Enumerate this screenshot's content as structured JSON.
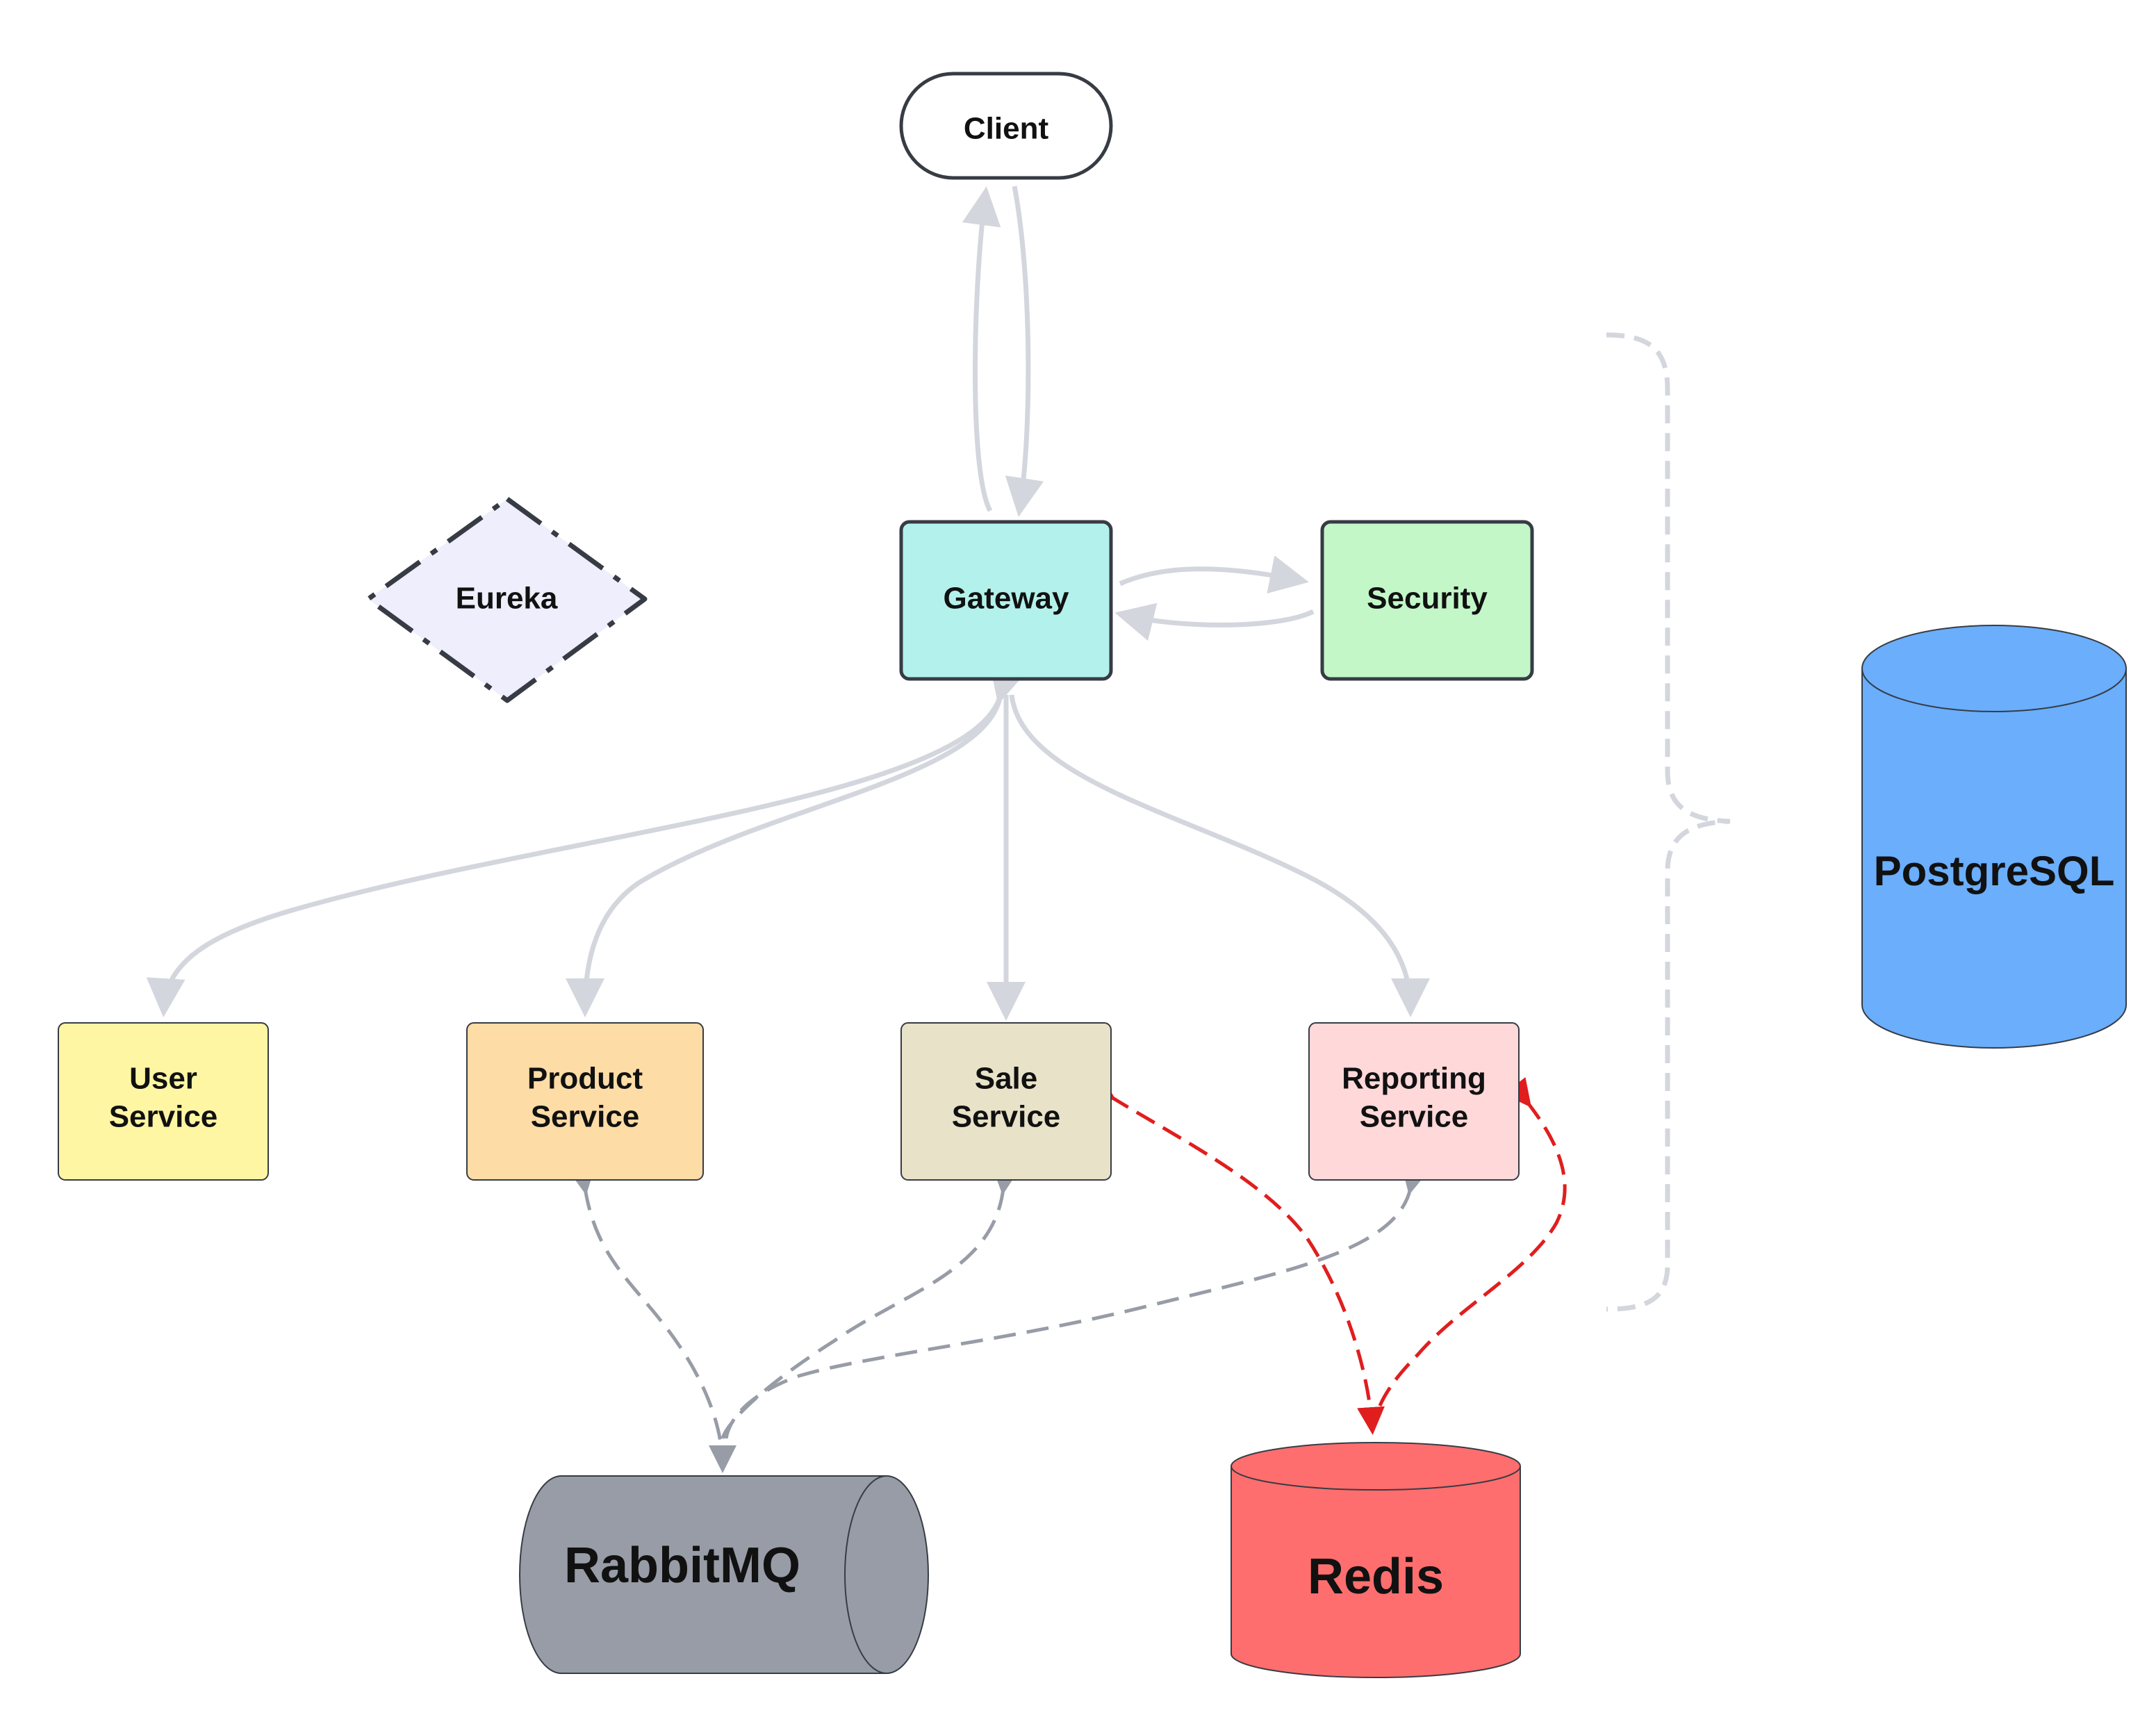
{
  "nodes": {
    "client": {
      "label": "Client"
    },
    "gateway": {
      "label": "Gateway"
    },
    "security": {
      "label": "Security"
    },
    "eureka": {
      "label": "Eureka"
    },
    "user_service": {
      "line1": "User",
      "line2": "Service"
    },
    "product_service": {
      "line1": "Product",
      "line2": "Service"
    },
    "sale_service": {
      "line1": "Sale",
      "line2": "Service"
    },
    "reporting_service": {
      "line1": "Reporting",
      "line2": "Service"
    },
    "postgresql": {
      "label": "PostgreSQL"
    },
    "rabbitmq": {
      "label": "RabbitMQ"
    },
    "redis": {
      "label": "Redis"
    }
  },
  "colors": {
    "gateway": "#b3f2ec",
    "security": "#c3f7c8",
    "eureka": "#eeeefc",
    "user_service": "#fff6a3",
    "product_service": "#fddca6",
    "sale_service": "#e8e2c8",
    "reporting_service": "#ffd8da",
    "postgresql": "#6aaefc",
    "rabbitmq": "#979ca6",
    "redis": "#ff6e6e",
    "edge_light": "#d3d6dd",
    "edge_gray": "#979ca6",
    "edge_red": "#e01e1e",
    "border": "#373c44"
  }
}
